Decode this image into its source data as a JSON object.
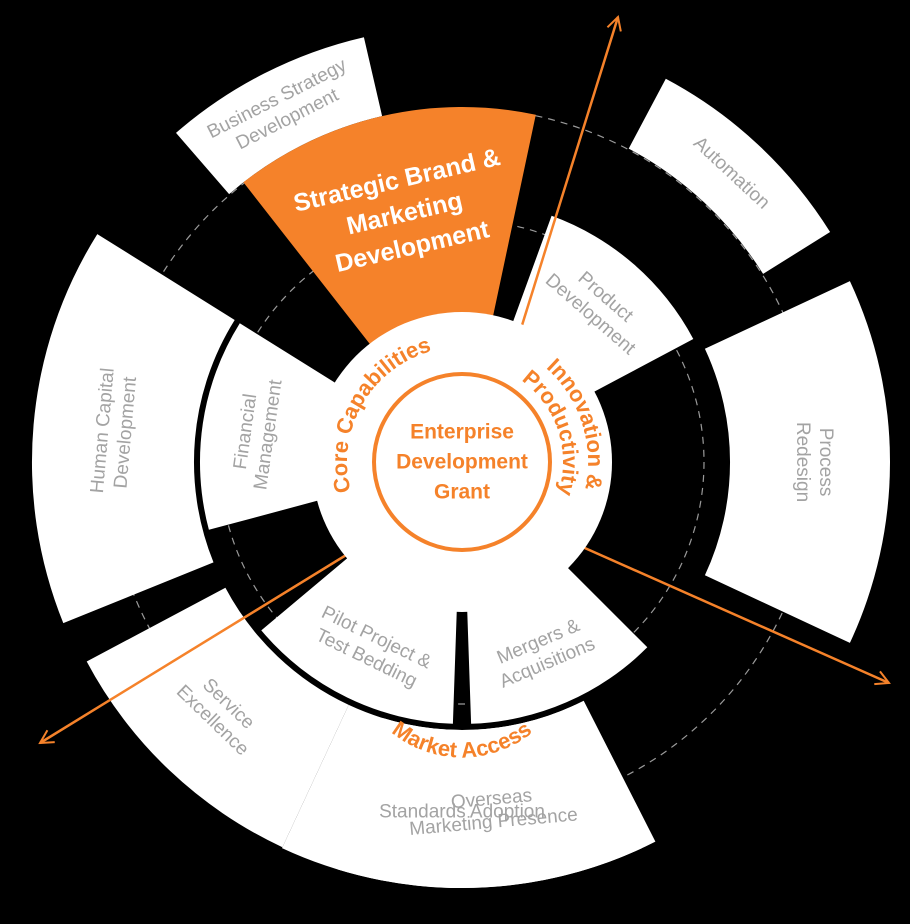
{
  "center": {
    "lines": [
      "Enterprise",
      "Development",
      "Grant"
    ]
  },
  "categories": [
    {
      "id": "core",
      "label": "Core Capabilities"
    },
    {
      "id": "innovation",
      "label_lines": [
        "Innovation &",
        "Productivity"
      ]
    },
    {
      "id": "market",
      "label": "Market Access"
    }
  ],
  "inner_ring": [
    {
      "id": "strategic-brand",
      "lines": [
        "Strategic Brand &",
        "Marketing",
        "Development"
      ],
      "highlight": true
    },
    {
      "id": "financial-management",
      "lines": [
        "Financial",
        "Management"
      ],
      "highlight": false
    },
    {
      "id": "product-development",
      "lines": [
        "Product",
        "Development"
      ],
      "highlight": false
    },
    {
      "id": "mergers-acquisitions",
      "lines": [
        "Mergers &",
        "Acquisitions"
      ],
      "highlight": false
    },
    {
      "id": "pilot-project",
      "lines": [
        "Pilot Project &",
        "Test Bedding"
      ],
      "highlight": false
    }
  ],
  "outer_ring": [
    {
      "id": "business-strategy",
      "lines": [
        "Business Strategy",
        "Development"
      ]
    },
    {
      "id": "human-capital",
      "lines": [
        "Human Capital",
        "Development"
      ]
    },
    {
      "id": "service-excellence",
      "lines": [
        "Service",
        "Excellence"
      ]
    },
    {
      "id": "overseas-marketing",
      "lines": [
        "Overseas",
        "Marketing Presence"
      ]
    },
    {
      "id": "standards-adoption",
      "lines": [
        "Standards Adoption"
      ]
    },
    {
      "id": "process-redesign",
      "lines": [
        "Process",
        "Redesign"
      ]
    },
    {
      "id": "automation",
      "lines": [
        "Automation"
      ]
    }
  ],
  "colors": {
    "accent": "#f5822a",
    "segment_fill": "#ffffff",
    "segment_text": "#a3a3a3",
    "background": "#000000"
  }
}
